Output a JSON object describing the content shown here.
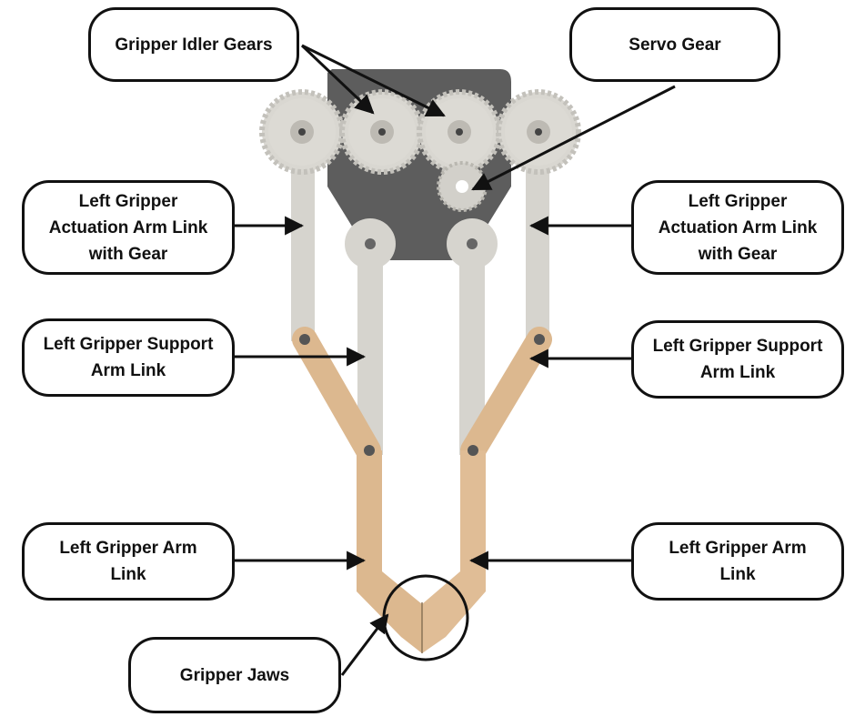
{
  "labels": {
    "idler_gears": "Gripper Idler Gears",
    "servo_gear": "Servo Gear",
    "left_actuation": "Left Gripper\nActuation Arm Link\nwith Gear",
    "right_actuation": "Left Gripper\nActuation Arm Link\nwith Gear",
    "left_support": "Left Gripper Support\nArm Link",
    "right_support": "Left Gripper Support\nArm Link",
    "left_arm": "Left Gripper Arm\nLink",
    "right_arm": "Left Gripper Arm\nLink",
    "jaws": "Gripper Jaws"
  },
  "colors": {
    "plate": "#5d5d5d",
    "gear": "#dcdad4",
    "link_grey": "#d4d3cd",
    "link_wood": "#dcb88f",
    "outline": "#111111"
  }
}
